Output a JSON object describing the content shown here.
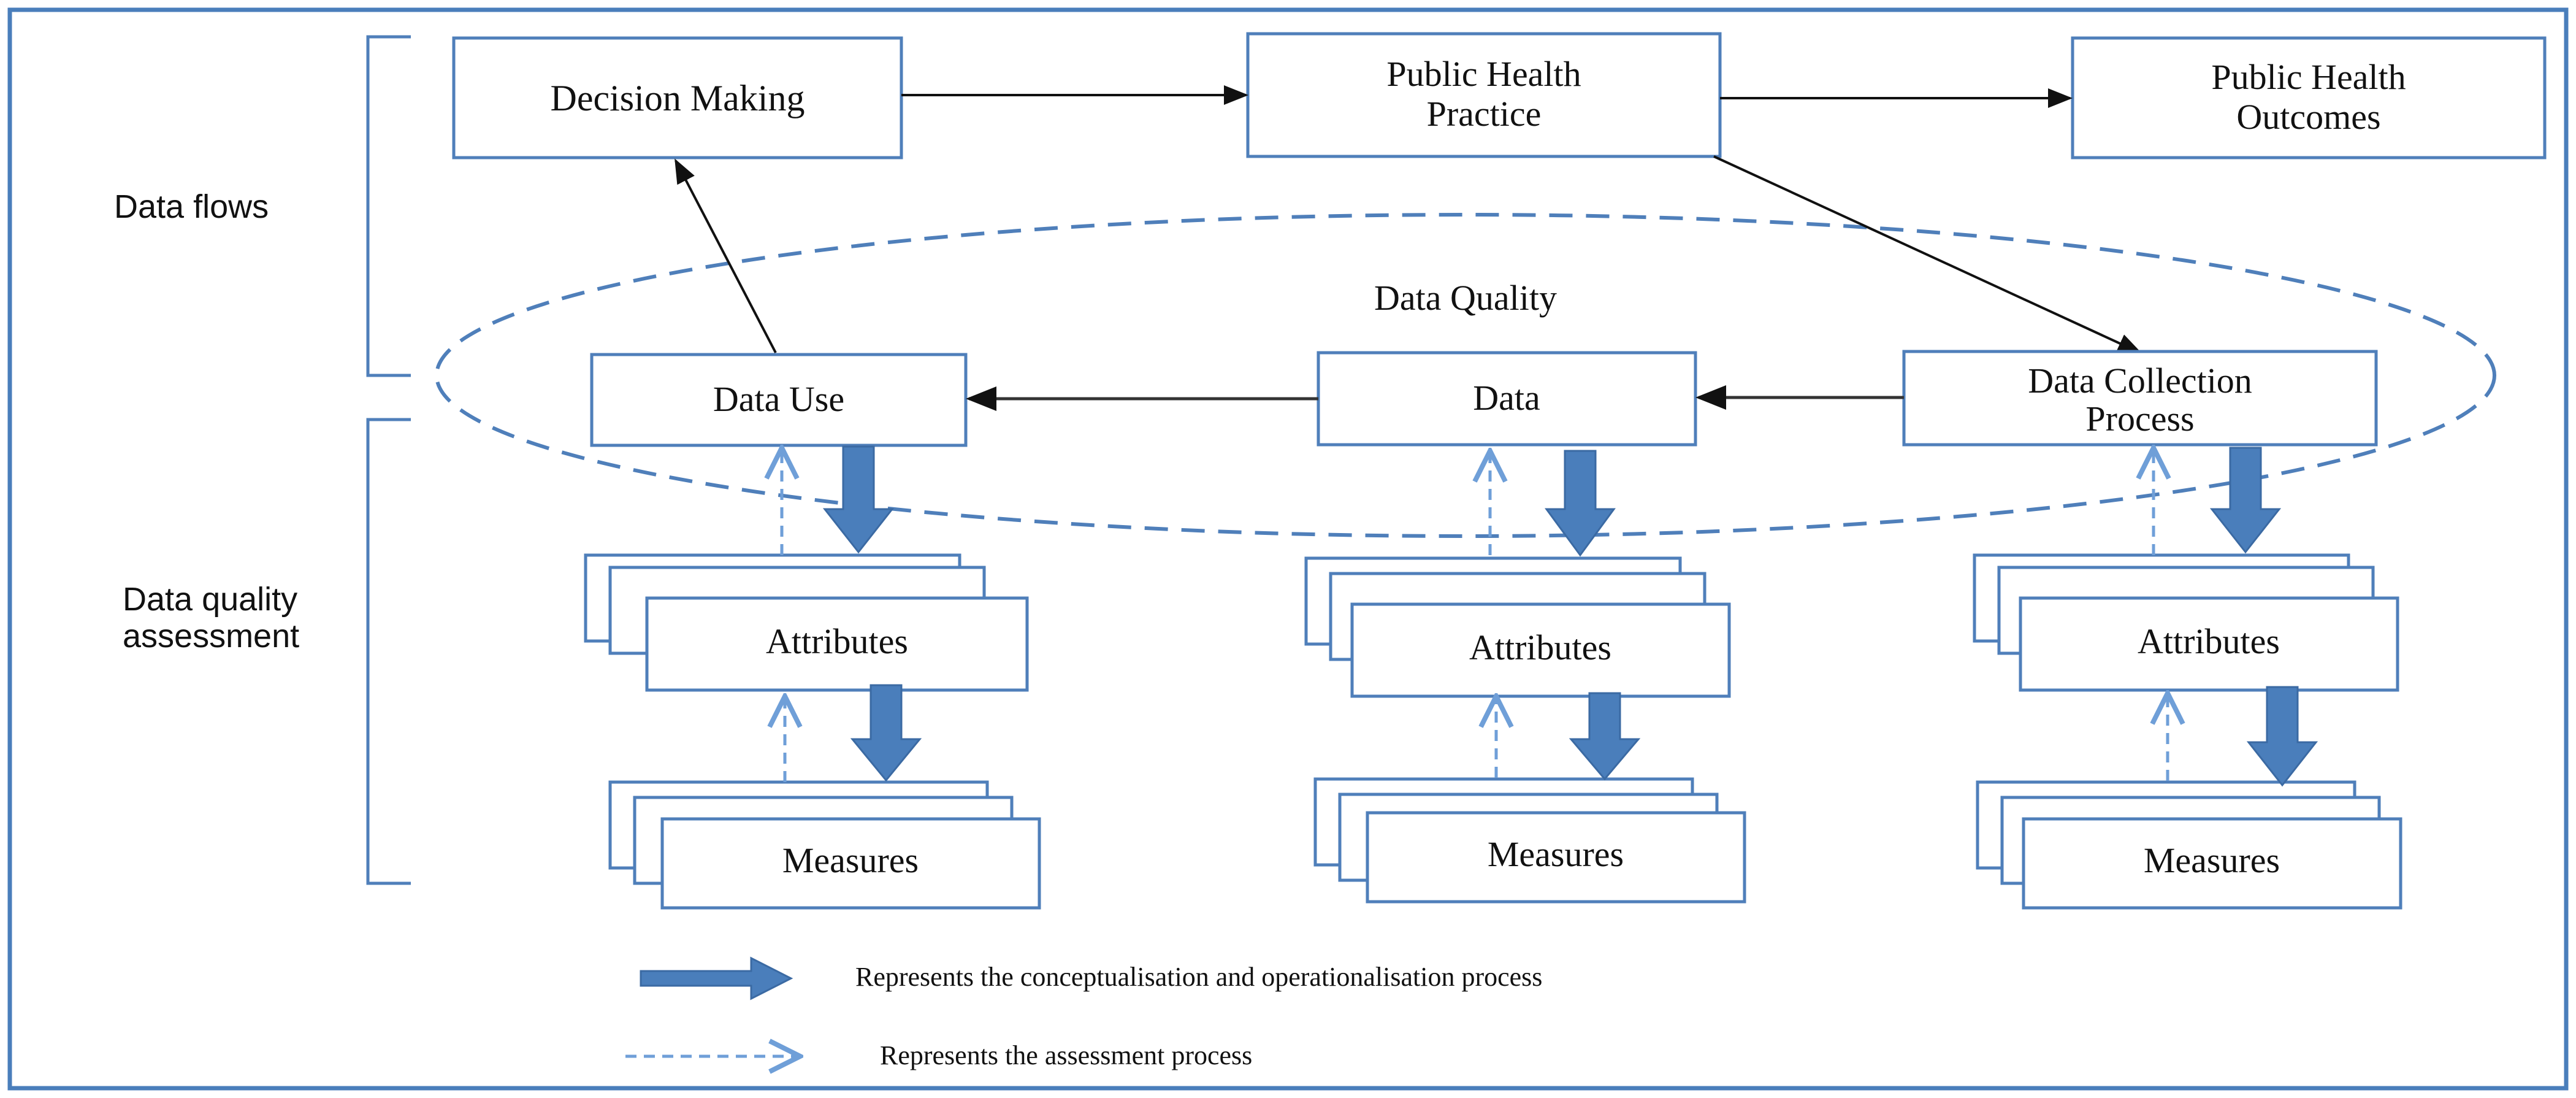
{
  "colors": {
    "frame": "#4a7ebb",
    "box_border": "#4f7fba",
    "thick_arrow": "#4a7ebb",
    "dashed_arrow": "#6f9fd8",
    "flow_arrow": "#111111"
  },
  "section_labels": {
    "data_flows": "Data flows",
    "data_quality_assessment_line1": "Data quality",
    "data_quality_assessment_line2": "assessment"
  },
  "ellipse_label": "Data Quality",
  "top_row": {
    "decision_making": "Decision Making",
    "public_health_practice_line1": "Public Health",
    "public_health_practice_line2": "Practice",
    "public_health_outcomes_line1": "Public Health",
    "public_health_outcomes_line2": "Outcomes"
  },
  "middle_row": {
    "data_use": "Data Use",
    "data": "Data",
    "data_collection_process_line1": "Data Collection",
    "data_collection_process_line2": "Process"
  },
  "stacks": {
    "attributes_label": "Attributes",
    "measures_label": "Measures"
  },
  "legend": {
    "thick_arrow_text": "Represents the conceptualisation and operationalisation process",
    "dashed_arrow_text": "Represents the assessment process"
  }
}
